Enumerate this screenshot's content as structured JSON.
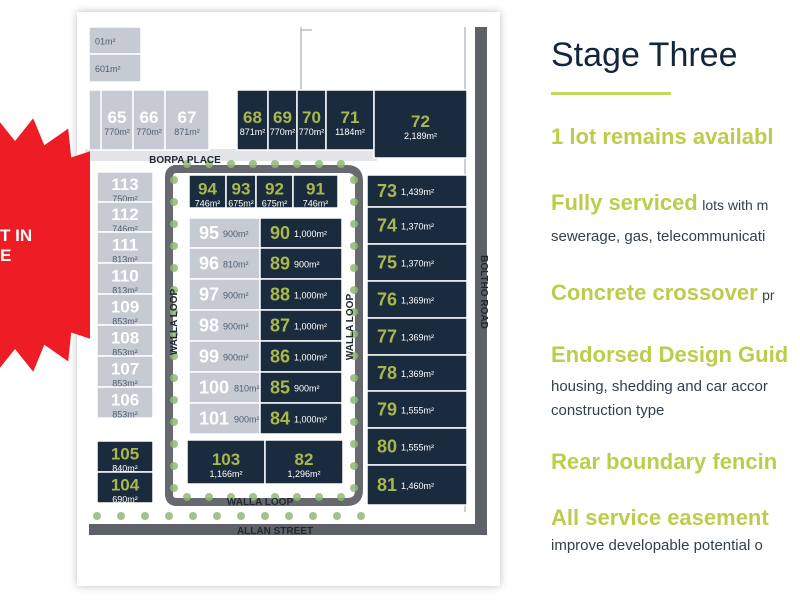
{
  "badge": {
    "line1": "T IN",
    "line2": "E"
  },
  "panel": {
    "title": "Stage Three",
    "features": [
      {
        "heading": "1 lot remains availabl",
        "suffix": "",
        "desc": []
      },
      {
        "heading": "Fully serviced",
        "suffix": "lots with m",
        "desc": [
          "sewerage, gas, telecommunicati"
        ]
      },
      {
        "heading": "Concrete crossover",
        "suffix": "pr",
        "desc": []
      },
      {
        "heading": "Endorsed Design Guid",
        "suffix": "",
        "desc": [
          "housing, shedding and car accor",
          "construction type"
        ]
      },
      {
        "heading": "Rear boundary fencin",
        "suffix": "",
        "desc": []
      },
      {
        "heading": "All service easement",
        "suffix": "",
        "desc": [
          "improve developable potential o"
        ]
      }
    ]
  },
  "plan": {
    "colors": {
      "sold": "#c5cad3",
      "available": "#1b2b3e",
      "road": "#5e6268",
      "green": "#a9b84a",
      "area": "#ffffff",
      "area_sold": "#4e5f73"
    },
    "streets": [
      "BORPA PLACE",
      "WALLA LOOP",
      "WALLA LOOP",
      "WALLA LOOP",
      "BOLTHO ROAD",
      "ALLAN STREET"
    ],
    "lots": [
      {
        "num": "",
        "area": "01m²",
        "status": "sold"
      },
      {
        "num": "",
        "area": "601m²",
        "status": "sold"
      },
      {
        "num": "",
        "area": "",
        "status": "sold"
      },
      {
        "num": "65",
        "area": "770m²",
        "status": "sold"
      },
      {
        "num": "66",
        "area": "770m²",
        "status": "sold"
      },
      {
        "num": "67",
        "area": "871m²",
        "status": "sold"
      },
      {
        "num": "68",
        "area": "871m²",
        "status": "available"
      },
      {
        "num": "69",
        "area": "770m²",
        "status": "available"
      },
      {
        "num": "70",
        "area": "770m²",
        "status": "available"
      },
      {
        "num": "71",
        "area": "1184m²",
        "status": "available"
      },
      {
        "num": "72",
        "area": "2,189m²",
        "status": "available"
      },
      {
        "num": "113",
        "area": "750m²",
        "status": "sold"
      },
      {
        "num": "112",
        "area": "746m²",
        "status": "sold"
      },
      {
        "num": "111",
        "area": "813m²",
        "status": "sold"
      },
      {
        "num": "110",
        "area": "813m²",
        "status": "sold"
      },
      {
        "num": "109",
        "area": "853m²",
        "status": "sold"
      },
      {
        "num": "108",
        "area": "853m²",
        "status": "sold"
      },
      {
        "num": "107",
        "area": "853m²",
        "status": "sold"
      },
      {
        "num": "106",
        "area": "853m²",
        "status": "sold"
      },
      {
        "num": "105",
        "area": "840m²",
        "status": "available"
      },
      {
        "num": "104",
        "area": "690m²",
        "status": "available"
      },
      {
        "num": "94",
        "area": "746m²",
        "status": "available"
      },
      {
        "num": "93",
        "area": "675m²",
        "status": "available"
      },
      {
        "num": "92",
        "area": "675m²",
        "status": "available"
      },
      {
        "num": "91",
        "area": "746m²",
        "status": "available"
      },
      {
        "num": "95",
        "area": "900m²",
        "status": "sold"
      },
      {
        "num": "96",
        "area": "810m²",
        "status": "sold"
      },
      {
        "num": "97",
        "area": "900m²",
        "status": "sold"
      },
      {
        "num": "98",
        "area": "900m²",
        "status": "sold"
      },
      {
        "num": "99",
        "area": "900m²",
        "status": "sold"
      },
      {
        "num": "100",
        "area": "810m²",
        "status": "sold"
      },
      {
        "num": "101",
        "area": "900m²",
        "status": "sold"
      },
      {
        "num": "90",
        "area": "1,000m²",
        "status": "available"
      },
      {
        "num": "89",
        "area": "900m²",
        "status": "available"
      },
      {
        "num": "88",
        "area": "1,000m²",
        "status": "available"
      },
      {
        "num": "87",
        "area": "1,000m²",
        "status": "available"
      },
      {
        "num": "86",
        "area": "1,000m²",
        "status": "available"
      },
      {
        "num": "85",
        "area": "900m²",
        "status": "available"
      },
      {
        "num": "84",
        "area": "1,000m²",
        "status": "available"
      },
      {
        "num": "103",
        "area": "1,166m²",
        "status": "available"
      },
      {
        "num": "82",
        "area": "1,296m²",
        "status": "available"
      },
      {
        "num": "73",
        "area": "1,439m²",
        "status": "available"
      },
      {
        "num": "74",
        "area": "1,370m²",
        "status": "available"
      },
      {
        "num": "75",
        "area": "1,370m²",
        "status": "available"
      },
      {
        "num": "76",
        "area": "1,369m²",
        "status": "available"
      },
      {
        "num": "77",
        "area": "1,369m²",
        "status": "available"
      },
      {
        "num": "78",
        "area": "1,369m²",
        "status": "available"
      },
      {
        "num": "79",
        "area": "1,555m²",
        "status": "available"
      },
      {
        "num": "80",
        "area": "1,555m²",
        "status": "available"
      },
      {
        "num": "81",
        "area": "1,460m²",
        "status": "available"
      }
    ]
  }
}
